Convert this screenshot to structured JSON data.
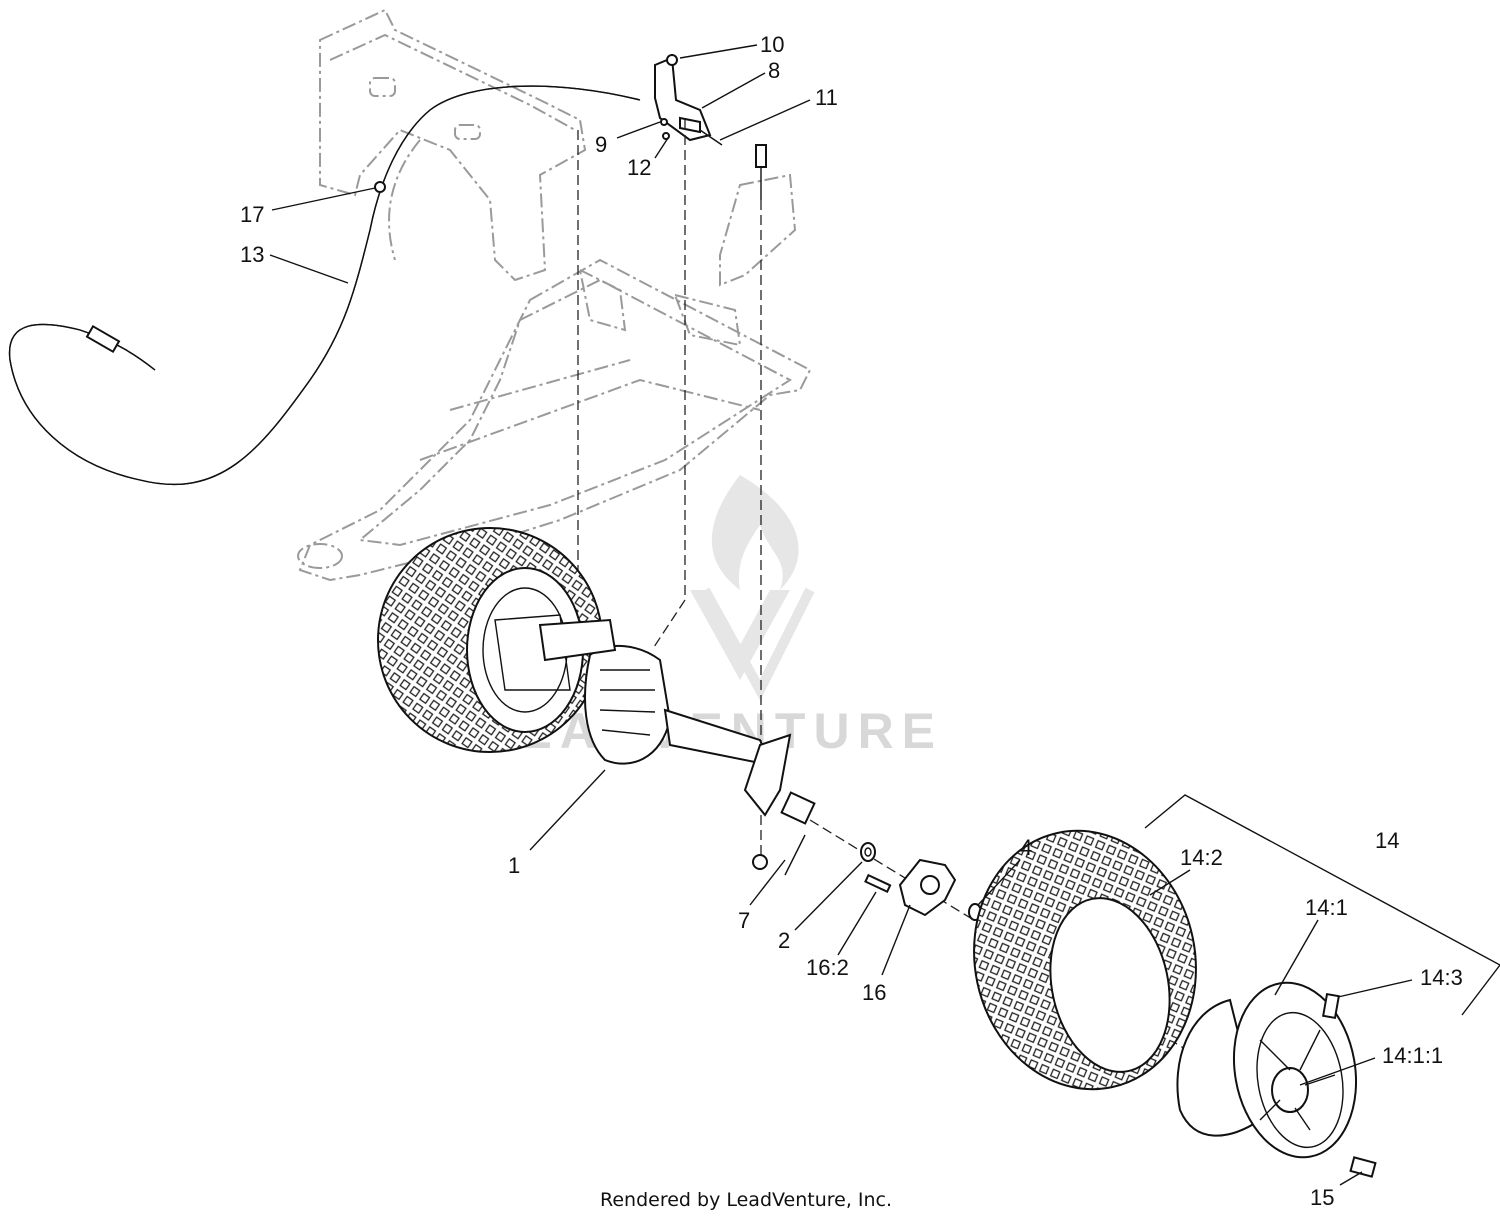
{
  "callouts": [
    {
      "id": "1",
      "text": "1"
    },
    {
      "id": "2",
      "text": "2"
    },
    {
      "id": "4",
      "text": "4"
    },
    {
      "id": "7",
      "text": "7"
    },
    {
      "id": "8",
      "text": "8"
    },
    {
      "id": "9",
      "text": "9"
    },
    {
      "id": "10",
      "text": "10"
    },
    {
      "id": "11",
      "text": "11"
    },
    {
      "id": "12",
      "text": "12"
    },
    {
      "id": "13",
      "text": "13"
    },
    {
      "id": "14",
      "text": "14"
    },
    {
      "id": "14_1",
      "text": "14:1"
    },
    {
      "id": "14_1_1",
      "text": "14:1:1"
    },
    {
      "id": "14_2",
      "text": "14:2"
    },
    {
      "id": "14_3",
      "text": "14:3"
    },
    {
      "id": "15",
      "text": "15"
    },
    {
      "id": "16",
      "text": "16"
    },
    {
      "id": "16_2",
      "text": "16:2"
    },
    {
      "id": "17",
      "text": "17"
    }
  ],
  "watermark": "LEADVENTURE",
  "footer": "Rendered by LeadVenture, Inc.",
  "colors": {
    "ink": "#111111",
    "ghost": "#9a9a9a",
    "watermark": "#d8d8d8"
  }
}
